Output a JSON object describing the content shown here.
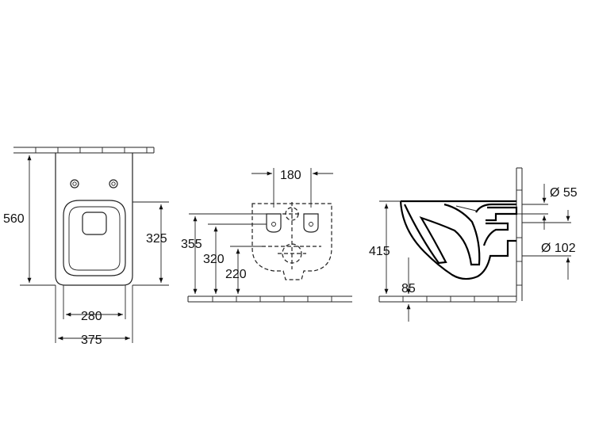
{
  "diagram": {
    "front_view": {
      "height_label": "560",
      "seat_height_label": "325",
      "inner_width_label": "280",
      "outer_width_label": "375"
    },
    "rear_view": {
      "spacing_label": "180",
      "height_355_label": "355",
      "height_320_label": "320",
      "height_220_label": "220"
    },
    "side_view": {
      "height_label": "415",
      "floor_offset_label": "85",
      "diameter_small_label": "Ø 55",
      "diameter_large_label": "Ø 102"
    }
  }
}
